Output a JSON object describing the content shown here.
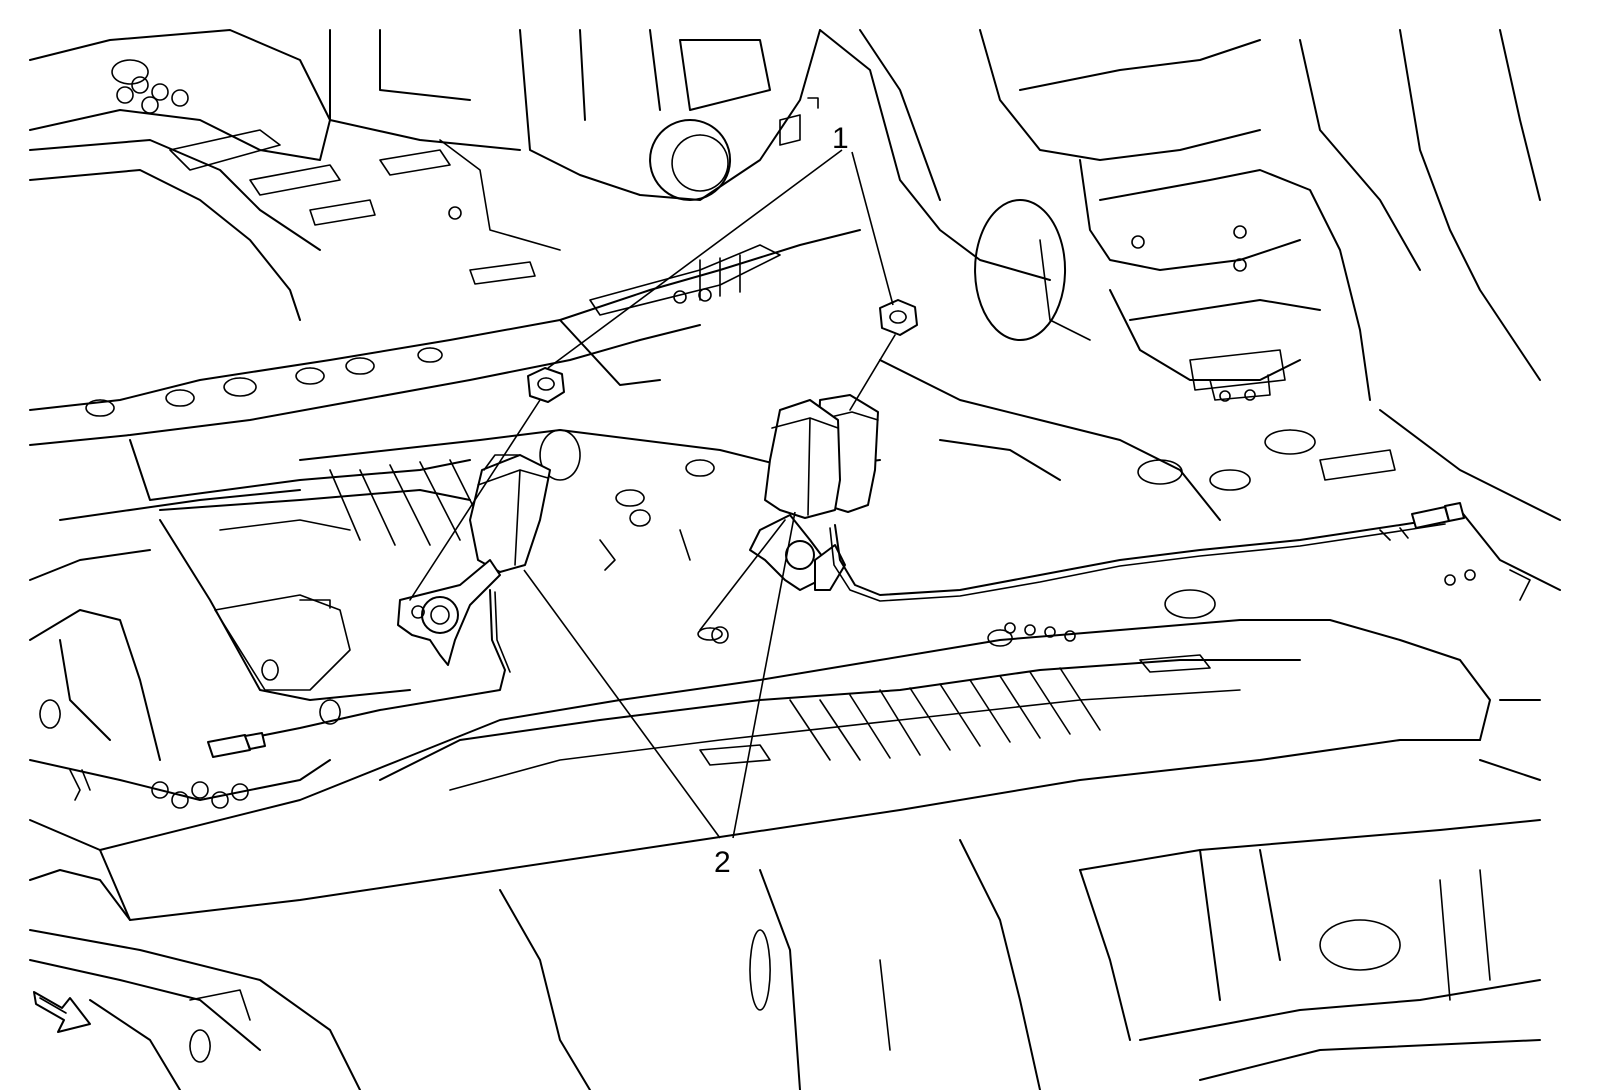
{
  "diagram": {
    "callouts": [
      {
        "id": "1",
        "label": "1"
      },
      {
        "id": "2",
        "label": "2"
      }
    ],
    "orientation_icon": "front-direction-arrow-icon",
    "line_color": "#000000",
    "background_color": "#ffffff"
  }
}
